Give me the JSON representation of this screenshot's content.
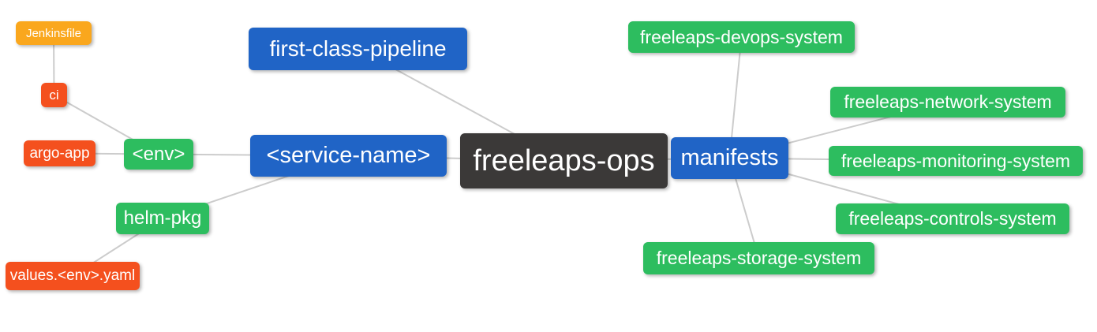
{
  "colors": {
    "blue": "#2064c6",
    "green": "#2dbd5f",
    "orange": "#faa71d",
    "red": "#f4501e",
    "dark": "#3b3938",
    "edge": "#cccccc",
    "text": "#ffffff",
    "background": "#ffffff"
  },
  "nodes": {
    "root": {
      "label": "freeleaps-ops",
      "color": "dark"
    },
    "first_class_pipeline": {
      "label": "first-class-pipeline",
      "color": "blue"
    },
    "service_name": {
      "label": "<service-name>",
      "color": "blue"
    },
    "manifests": {
      "label": "manifests",
      "color": "blue"
    },
    "env": {
      "label": "<env>",
      "color": "green"
    },
    "helm_pkg": {
      "label": "helm-pkg",
      "color": "green"
    },
    "ci": {
      "label": "ci",
      "color": "red"
    },
    "argo_app": {
      "label": "argo-app",
      "color": "red"
    },
    "values_env_yaml": {
      "label": "values.<env>.yaml",
      "color": "red"
    },
    "jenkinsfile": {
      "label": "Jenkinsfile",
      "color": "orange"
    },
    "devops_system": {
      "label": "freeleaps-devops-system",
      "color": "green"
    },
    "network_system": {
      "label": "freeleaps-network-system",
      "color": "green"
    },
    "monitoring_system": {
      "label": "freeleaps-monitoring-system",
      "color": "green"
    },
    "controls_system": {
      "label": "freeleaps-controls-system",
      "color": "green"
    },
    "storage_system": {
      "label": "freeleaps-storage-system",
      "color": "green"
    }
  },
  "edges": [
    [
      "jenkinsfile",
      "ci"
    ],
    [
      "ci",
      "env"
    ],
    [
      "argo_app",
      "env"
    ],
    [
      "env",
      "service_name"
    ],
    [
      "helm_pkg",
      "service_name"
    ],
    [
      "values_env_yaml",
      "helm_pkg"
    ],
    [
      "first_class_pipeline",
      "root"
    ],
    [
      "service_name",
      "root"
    ],
    [
      "root",
      "manifests"
    ],
    [
      "manifests",
      "devops_system"
    ],
    [
      "manifests",
      "network_system"
    ],
    [
      "manifests",
      "monitoring_system"
    ],
    [
      "manifests",
      "controls_system"
    ],
    [
      "manifests",
      "storage_system"
    ]
  ]
}
